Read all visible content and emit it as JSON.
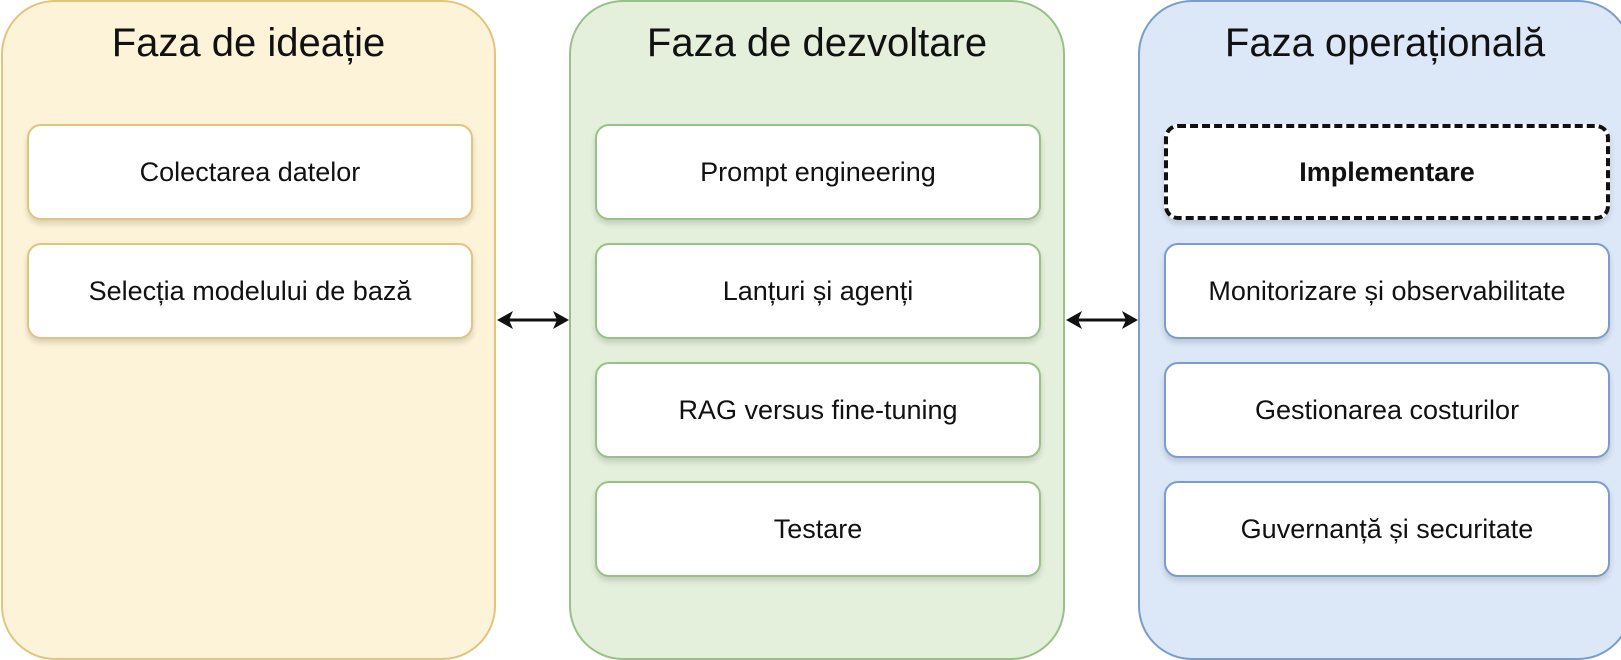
{
  "phases": [
    {
      "title": "Faza de ideație",
      "fill": "#fdf3d8",
      "border": "#e0c57e",
      "steps": [
        {
          "label": "Colectarea datelor",
          "style": "solid"
        },
        {
          "label": "Selecția modelului de bază",
          "style": "solid"
        }
      ]
    },
    {
      "title": "Faza de dezvoltare",
      "fill": "#e4f0dc",
      "border": "#98c187",
      "steps": [
        {
          "label": "Prompt engineering",
          "style": "solid"
        },
        {
          "label": "Lanțuri și agenți",
          "style": "solid"
        },
        {
          "label": "RAG versus fine-tuning",
          "style": "solid"
        },
        {
          "label": "Testare",
          "style": "solid"
        }
      ]
    },
    {
      "title": "Faza operațională",
      "fill": "#dce8f8",
      "border": "#7b9ccc",
      "steps": [
        {
          "label": "Implementare",
          "style": "dashed"
        },
        {
          "label": "Monitorizare și observabilitate",
          "style": "solid"
        },
        {
          "label": "Gestionarea costurilor",
          "style": "solid"
        },
        {
          "label": "Guvernanță și securitate",
          "style": "solid"
        }
      ]
    }
  ],
  "connectors": [
    {
      "type": "bidirectional-arrow",
      "between": [
        "Faza de ideație",
        "Faza de dezvoltare"
      ]
    },
    {
      "type": "bidirectional-arrow",
      "between": [
        "Faza de dezvoltare",
        "Faza operațională"
      ]
    }
  ],
  "colors": {
    "arrow": "#111111",
    "text": "#111111",
    "highlight_border": "#111111"
  }
}
